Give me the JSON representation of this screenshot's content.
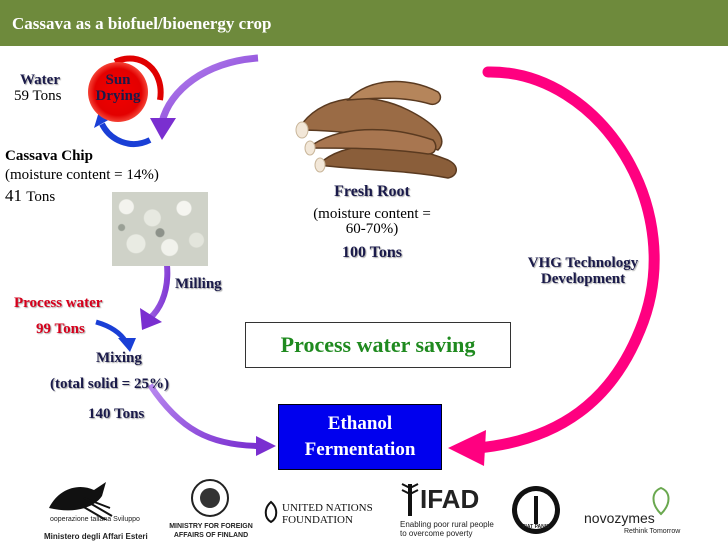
{
  "header": {
    "title": "Cassava as a biofuel/bioenergy crop"
  },
  "diagram": {
    "water": {
      "label": "Water",
      "amount": "59 Tons"
    },
    "sun_drying": {
      "line1": "Sun",
      "line2": "Drying"
    },
    "cassava_chip": {
      "title": "Cassava Chip",
      "moisture": "(moisture content = 14%)",
      "amount_num": "41",
      "amount_unit": "Tons"
    },
    "fresh_root": {
      "title": "Fresh Root",
      "moisture_line1": "(moisture content =",
      "moisture_line2": "60-70%)",
      "amount": "100 Tons"
    },
    "milling": "Milling",
    "vhg": {
      "line1": "VHG Technology",
      "line2": "Development"
    },
    "process_water": {
      "label": "Process water",
      "amount": "99 Tons"
    },
    "mixing": {
      "label": "Mixing",
      "solid": "(total solid = 25%)",
      "amount": "140 Tons"
    },
    "saving_box": "Process water saving",
    "ethanol_box": {
      "line1": "Ethanol",
      "line2": "Fermentation"
    }
  },
  "logos": {
    "cooperazione_line1": "ooperazione",
    "cooperazione_line2": "taliana",
    "cooperazione_line3": "Sviluppo",
    "cooperazione_line4": "Ministero degli Affari Esteri",
    "finland_line1": "MINISTRY FOR FOREIGN",
    "finland_line2": "AFFAIRS OF FINLAND",
    "un_line1": "UNITED NATIONS",
    "un_line2": "FOUNDATION",
    "ifad_title": "IFAD",
    "ifad_line1": "Enabling poor rural people",
    "ifad_line2": "to overcome poverty",
    "fao_text": "FIAT PANIS",
    "novozymes_name": "novozymes",
    "novozymes_tag": "Rethink Tomorrow"
  },
  "colors": {
    "header_bg": "#6e8a3c",
    "red_text": "#d6001c",
    "saving_text": "#1f8a1f",
    "ethanol_bg": "#0000ee",
    "magenta_arrow": "#ff0080",
    "purple_arrow": "#8a3bd8",
    "blue_arrow": "#1a3fd6"
  }
}
